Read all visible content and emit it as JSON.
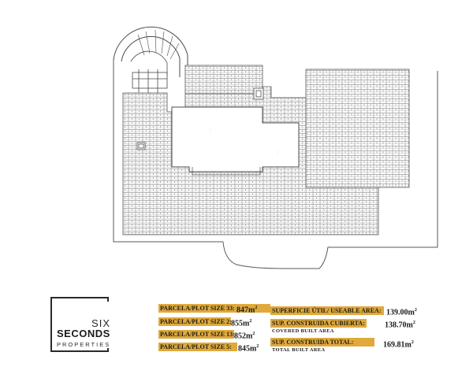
{
  "brand": {
    "line1": "SIX",
    "line2": "SECONDS",
    "line3": "PROPERTIES"
  },
  "plots": [
    {
      "label": "PARCELA/PLOT SIZE 33:",
      "value": "847m",
      "unit_sup": "2"
    },
    {
      "label": "PARCELA/PLOT SIZE 2:",
      "value": "855m",
      "unit_sup": "2"
    },
    {
      "label": "PARCELA/PLOT SIZE 13:",
      "value": "852m",
      "unit_sup": "2"
    },
    {
      "label": "PARCELA/PLOT SIZE 5:",
      "value": "845m",
      "unit_sup": "2"
    }
  ],
  "areas": [
    {
      "label": "SUPERFICIE ÚTIL/ USEABLE AREA:",
      "value": "139.00m",
      "unit_sup": "2",
      "sub": ""
    },
    {
      "label": "SUP. CONSTRUIDA CUBIERTA:",
      "value": "138.70m",
      "unit_sup": "2",
      "sub": "COVERED BUILT AREA"
    },
    {
      "label": "SUP. CONSTRUIDA TOTAL:",
      "value": "169.81m",
      "unit_sup": "2",
      "sub": "TOTAL BUILT AREA"
    }
  ],
  "colors": {
    "tag_background": "#e0a93a",
    "plan_line": "#4a4a4a",
    "roof_tile": "#8a8a8a"
  }
}
